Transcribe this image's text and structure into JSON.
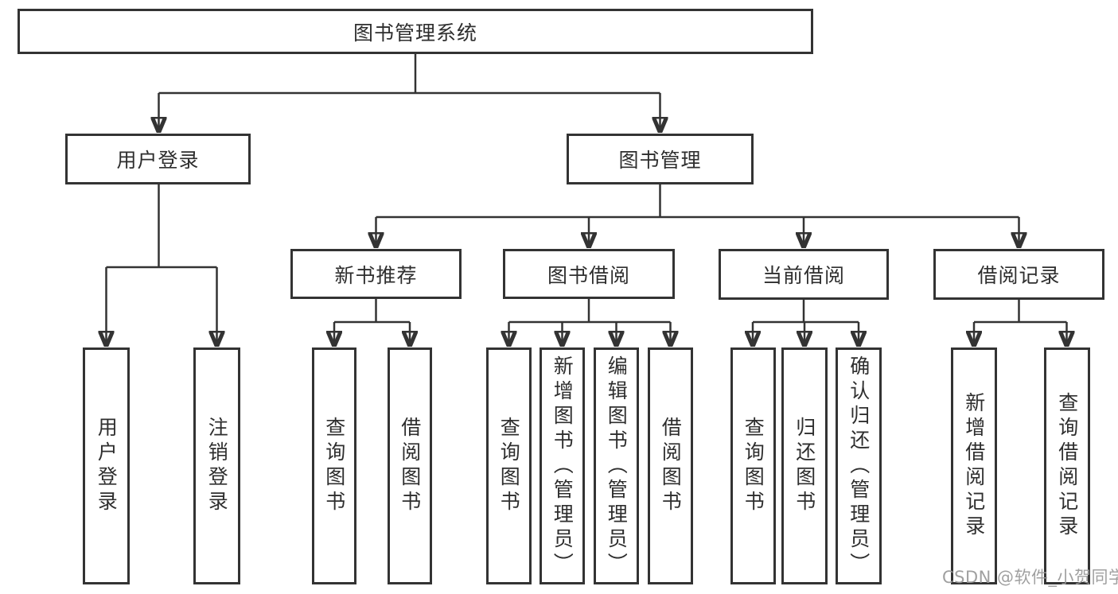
{
  "tree": {
    "root": {
      "label": "图书管理系统"
    },
    "branches": [
      {
        "label": "用户登录",
        "children": [
          {
            "label": "用户登录"
          },
          {
            "label": "注销登录"
          }
        ]
      },
      {
        "label": "图书管理",
        "groups": [
          {
            "label": "新书推荐",
            "children": [
              {
                "label": "查询图书"
              },
              {
                "label": "借阅图书"
              }
            ]
          },
          {
            "label": "图书借阅",
            "children": [
              {
                "label": "查询图书"
              },
              {
                "label": "新增图书（管理员）"
              },
              {
                "label": "编辑图书（管理员）"
              },
              {
                "label": "借阅图书"
              }
            ]
          },
          {
            "label": "当前借阅",
            "children": [
              {
                "label": "查询图书"
              },
              {
                "label": "归还图书"
              },
              {
                "label": "确认归还（管理员）"
              }
            ]
          },
          {
            "label": "借阅记录",
            "children": [
              {
                "label": "新增借阅记录"
              },
              {
                "label": "查询借阅记录"
              }
            ]
          }
        ]
      }
    ]
  },
  "watermark": {
    "text": "CSDN @软件_小贺同学"
  },
  "colors": {
    "line": "#333333",
    "box_border": "#333333",
    "box_background": "#ffffff",
    "text": "#2e2e2e",
    "watermark": "#989898",
    "page_background": "#ffffff"
  }
}
